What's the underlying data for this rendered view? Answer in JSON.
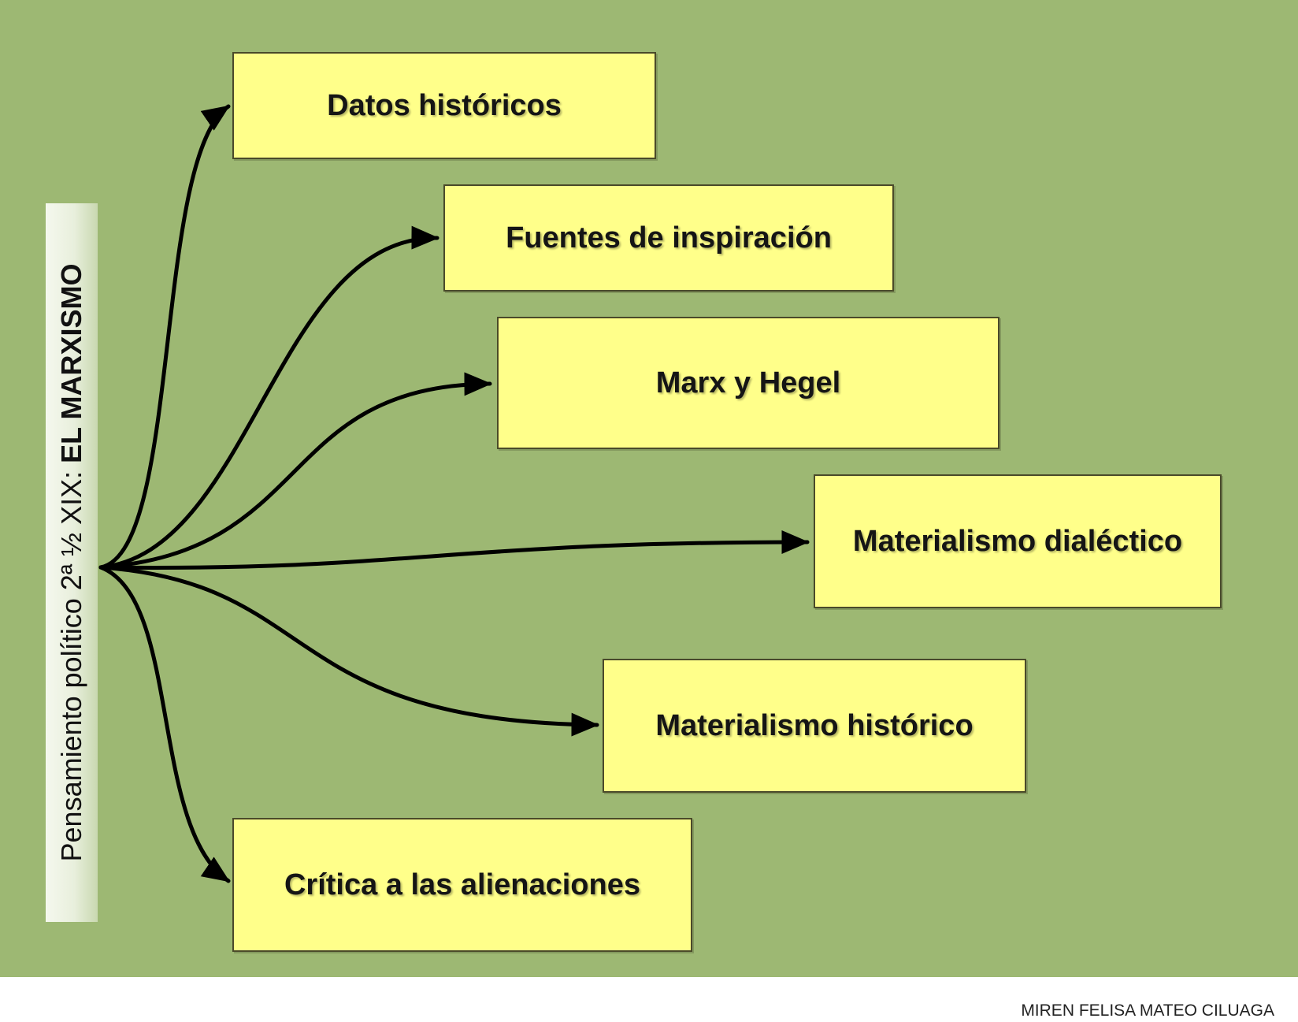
{
  "diagram": {
    "side_title": {
      "prefix": "Pensamiento político 2ª ½ XIX: ",
      "emphasis": "EL MARXISMO"
    },
    "nodes": [
      {
        "id": "datos",
        "label": "Datos históricos"
      },
      {
        "id": "fuentes",
        "label": "Fuentes de inspiración"
      },
      {
        "id": "marx-hegel",
        "label": "Marx y Hegel"
      },
      {
        "id": "mat-dialectico",
        "label": "Materialismo dialéctico"
      },
      {
        "id": "mat-historico",
        "label": "Materialismo histórico"
      },
      {
        "id": "critica",
        "label": "Crítica a las alienaciones"
      }
    ],
    "edges": [
      {
        "from": "side_title",
        "to": "datos"
      },
      {
        "from": "side_title",
        "to": "fuentes"
      },
      {
        "from": "side_title",
        "to": "marx-hegel"
      },
      {
        "from": "side_title",
        "to": "mat-dialectico"
      },
      {
        "from": "side_title",
        "to": "mat-historico"
      },
      {
        "from": "side_title",
        "to": "critica"
      }
    ],
    "colors": {
      "background": "#9db873",
      "box_fill": "#ffff8a",
      "arrow": "#000000"
    }
  },
  "footer": {
    "author": "MIREN FELISA MATEO CILUAGA"
  }
}
